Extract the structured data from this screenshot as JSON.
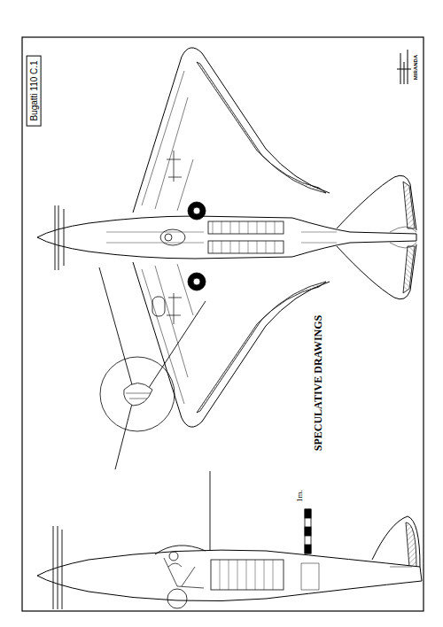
{
  "diagram": {
    "nodes": [
      {
        "text": [
          "Bugatti 110 C.1"
        ]
      }
    ],
    "labels": [
      "MIRANDA",
      "SPECULATIVE DRAWINGS",
      "1m."
    ]
  }
}
